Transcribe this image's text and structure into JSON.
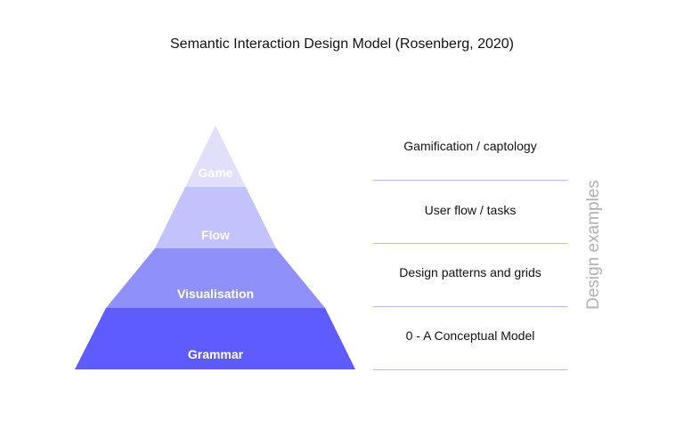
{
  "title": "Semantic Interaction Design Model (Rosenberg, 2020)",
  "levels": [
    {
      "label": "Game",
      "color": "#e0e0fb"
    },
    {
      "label": "Flow",
      "color": "#c2c2fc"
    },
    {
      "label": "Visualisation",
      "color": "#9090fb"
    },
    {
      "label": "Grammar",
      "color": "#5f5cff"
    }
  ],
  "examples": [
    "Gamification / captology",
    "User flow / tasks",
    "Design patterns and grids",
    "0 - A Conceptual Model"
  ],
  "side_label": "Design examples"
}
